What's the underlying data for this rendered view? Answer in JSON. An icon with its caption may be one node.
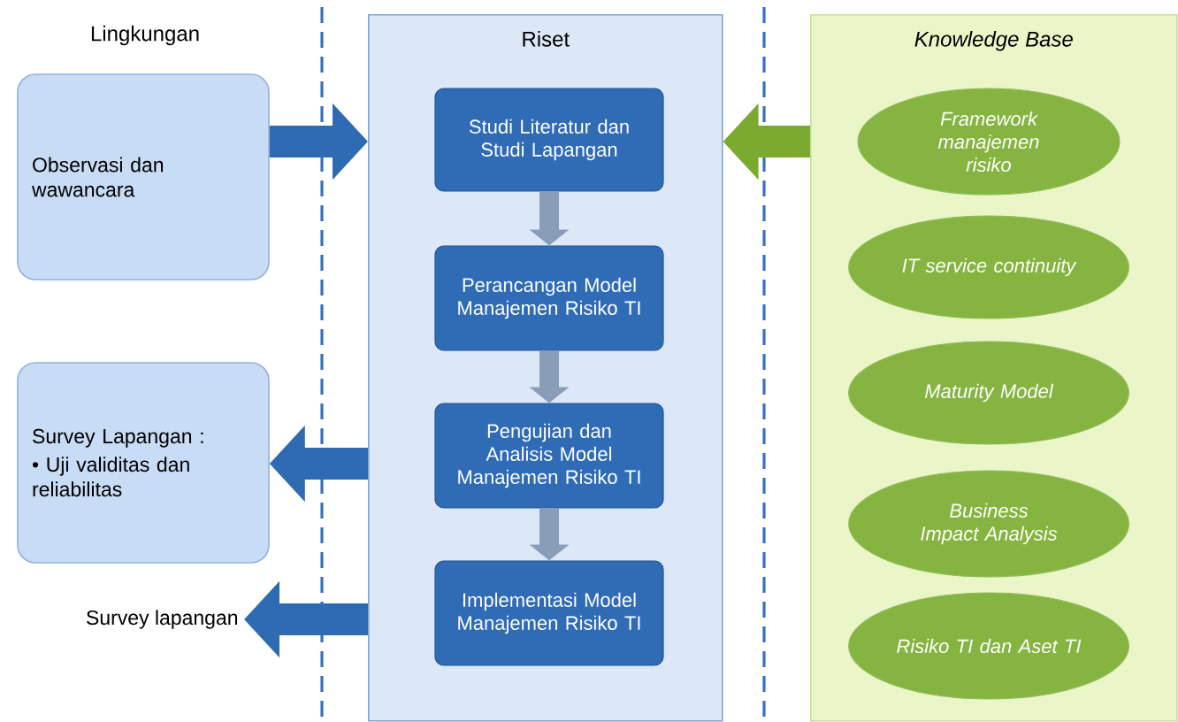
{
  "diagram": {
    "nodes": [
      {
        "text": [
          "Riset"
        ]
      },
      {
        "text": [
          "Knowledge Base"
        ]
      },
      {
        "text": [
          "Observasi dan wawancara"
        ]
      },
      {
        "text": [
          "Survey Lapangan :",
          "• Uji validitas dan reliabilitas"
        ]
      },
      {
        "text": [
          "Survey lapangan"
        ]
      },
      {
        "text": [
          "Studi Literatur dan Studi Lapangan"
        ],
        "in": 0
      },
      {
        "text": [
          "Perancangan Model Manajemen Risiko TI"
        ],
        "in": 0
      },
      {
        "text": [
          "Pengujian dan Analisis Model Manajemen Risiko TI"
        ],
        "in": 0
      },
      {
        "text": [
          "Implementasi Model Manajemen Risiko TI"
        ],
        "in": 0
      },
      {
        "text": [
          "Framework manajemen risiko"
        ],
        "in": 1
      },
      {
        "text": [
          "IT service continuity"
        ],
        "in": 1
      },
      {
        "text": [
          "Maturity Model"
        ],
        "in": 1
      },
      {
        "text": [
          "Business Impact Analysis"
        ],
        "in": 1
      },
      {
        "text": [
          "Risiko TI dan Aset TI"
        ],
        "in": 1
      }
    ],
    "edges": [
      {
        "from": 2,
        "to": 0,
        "arrow": "to",
        "color": "#2e6bb3"
      },
      {
        "from": 1,
        "to": 0,
        "arrow": "to",
        "color": "#7aab2f"
      },
      {
        "from": 5,
        "to": 6,
        "arrow": "to",
        "color": "#8a9db8"
      },
      {
        "from": 6,
        "to": 7,
        "arrow": "to",
        "color": "#8a9db8"
      },
      {
        "from": 7,
        "to": 8,
        "arrow": "to",
        "color": "#8a9db8"
      },
      {
        "from": 0,
        "to": 3,
        "arrow": "to",
        "color": "#2e6bb3"
      },
      {
        "from": 0,
        "to": 4,
        "arrow": "to",
        "color": "#2e6bb3"
      }
    ],
    "labels": [
      "Lingkungan"
    ]
  }
}
